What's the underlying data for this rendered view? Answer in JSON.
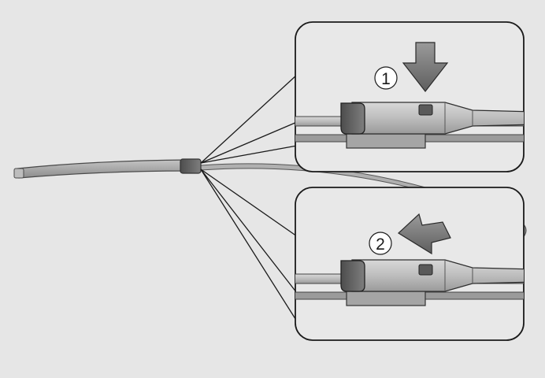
{
  "diagram": {
    "steps": [
      {
        "number": "1",
        "action": "press-down",
        "arrow_icon": "arrow-down-icon"
      },
      {
        "number": "2",
        "action": "slide-left",
        "arrow_icon": "arrow-left-icon"
      }
    ],
    "colors": {
      "background": "#e6e6e6",
      "callout_fill": "#e8e8e8",
      "outline": "#1a1a1a",
      "wiper_arm": "#a9a9a9",
      "connector_cap": "#6e6e6e",
      "arrow": "#777777"
    }
  }
}
